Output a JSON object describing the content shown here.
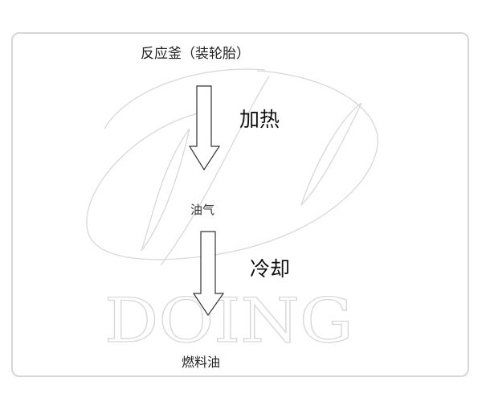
{
  "diagram": {
    "type": "process-flow",
    "direction": "top-to-bottom",
    "nodes": [
      {
        "id": "reactor",
        "label": "反应釜（装轮胎）"
      },
      {
        "id": "oil_gas",
        "label": "油气"
      },
      {
        "id": "fuel_oil",
        "label": "燃料油"
      }
    ],
    "edges": [
      {
        "from": "reactor",
        "to": "oil_gas",
        "label": "加热"
      },
      {
        "from": "oil_gas",
        "to": "fuel_oil",
        "label": "冷却"
      }
    ],
    "watermark": {
      "text": "DOING",
      "color": "#d8d8d8"
    },
    "colors": {
      "frame_border": "#d6d6d6",
      "arrow_stroke": "#333333",
      "text": "#1a1a1a",
      "background": "#ffffff"
    }
  }
}
